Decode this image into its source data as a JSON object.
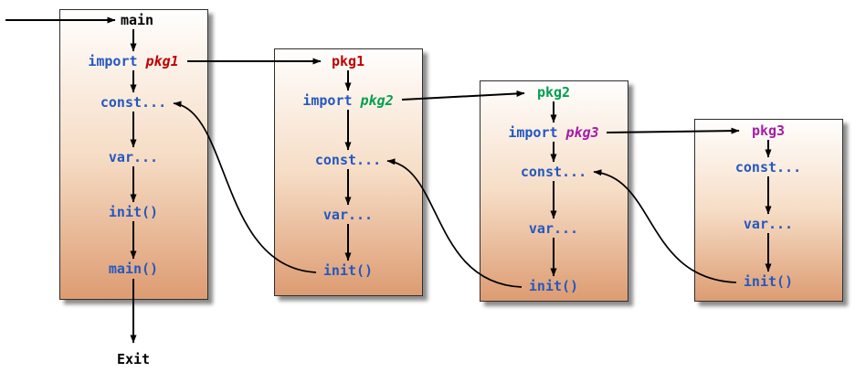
{
  "colors": {
    "code_blue": "#2458bf",
    "main_black": "#000000",
    "pkg1_red": "#c00000",
    "pkg2_green": "#00a050",
    "pkg3_purple": "#a61ca8"
  },
  "exit_label": "Exit",
  "boxes": [
    {
      "name": "main",
      "title": "main",
      "import_keyword": "import",
      "import_package": "pkg1",
      "const_line": "const...",
      "var_line": "var...",
      "init_line": "init()",
      "call_line": "main()"
    },
    {
      "name": "pkg1",
      "title": "pkg1",
      "import_keyword": "import",
      "import_package": "pkg2",
      "const_line": "const...",
      "var_line": "var...",
      "init_line": "init()"
    },
    {
      "name": "pkg2",
      "title": "pkg2",
      "import_keyword": "import",
      "import_package": "pkg3",
      "const_line": "const...",
      "var_line": "var...",
      "init_line": "init()"
    },
    {
      "name": "pkg3",
      "title": "pkg3",
      "const_line": "const...",
      "var_line": "var...",
      "init_line": "init()"
    }
  ]
}
